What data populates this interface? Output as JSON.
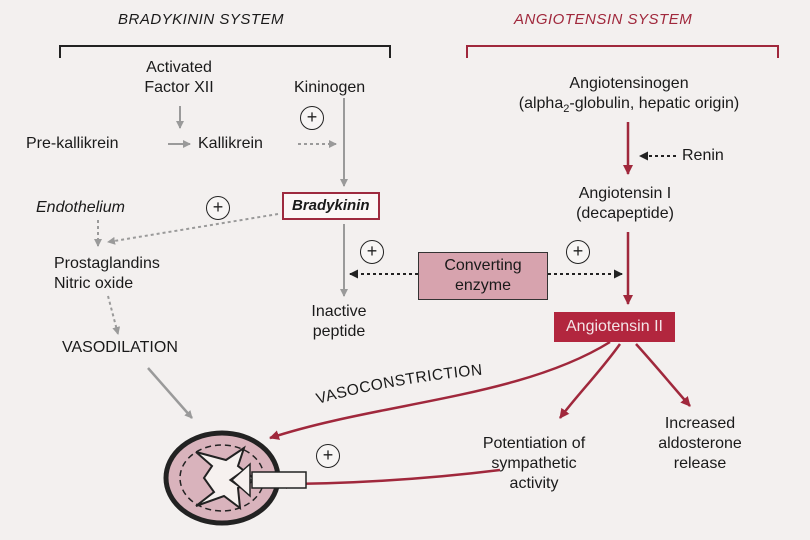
{
  "headers": {
    "bradykinin_system": "BRADYKININ SYSTEM",
    "angiotensin_system": "ANGIOTENSIN SYSTEM"
  },
  "bradykinin": {
    "activated_factor_xii": [
      "Activated",
      "Factor XII"
    ],
    "kininogen": "Kininogen",
    "pre_kallikrein": "Pre-kallikrein",
    "kallikrein": "Kallikrein",
    "endothelium": "Endothelium",
    "bradykinin": "Bradykinin",
    "prostaglandins_no": [
      "Prostaglandins",
      "Nitric oxide"
    ],
    "vasodilation": "VASODILATION",
    "inactive_peptide": [
      "Inactive",
      "peptide"
    ]
  },
  "enzyme": [
    "Converting",
    "enzyme"
  ],
  "angiotensin": {
    "angiotensinogen": [
      "Angiotensinogen",
      "(alpha",
      "2",
      "-globulin, hepatic origin)"
    ],
    "renin": "Renin",
    "angiotensin_i": [
      "Angiotensin I",
      "(decapeptide)"
    ],
    "angiotensin_ii": "Angiotensin II",
    "vasoconstriction": "VASOCONSTRICTION",
    "potentiation": [
      "Potentiation of",
      "sympathetic",
      "activity"
    ],
    "aldosterone": [
      "Increased",
      "aldosterone",
      "release"
    ]
  },
  "plus_symbol": "+",
  "colors": {
    "accent_red": "#a0283c",
    "enzyme_fill": "#d7a3ae",
    "ang2_fill": "#b2263e",
    "vessel_fill": "#d9b3bc"
  }
}
